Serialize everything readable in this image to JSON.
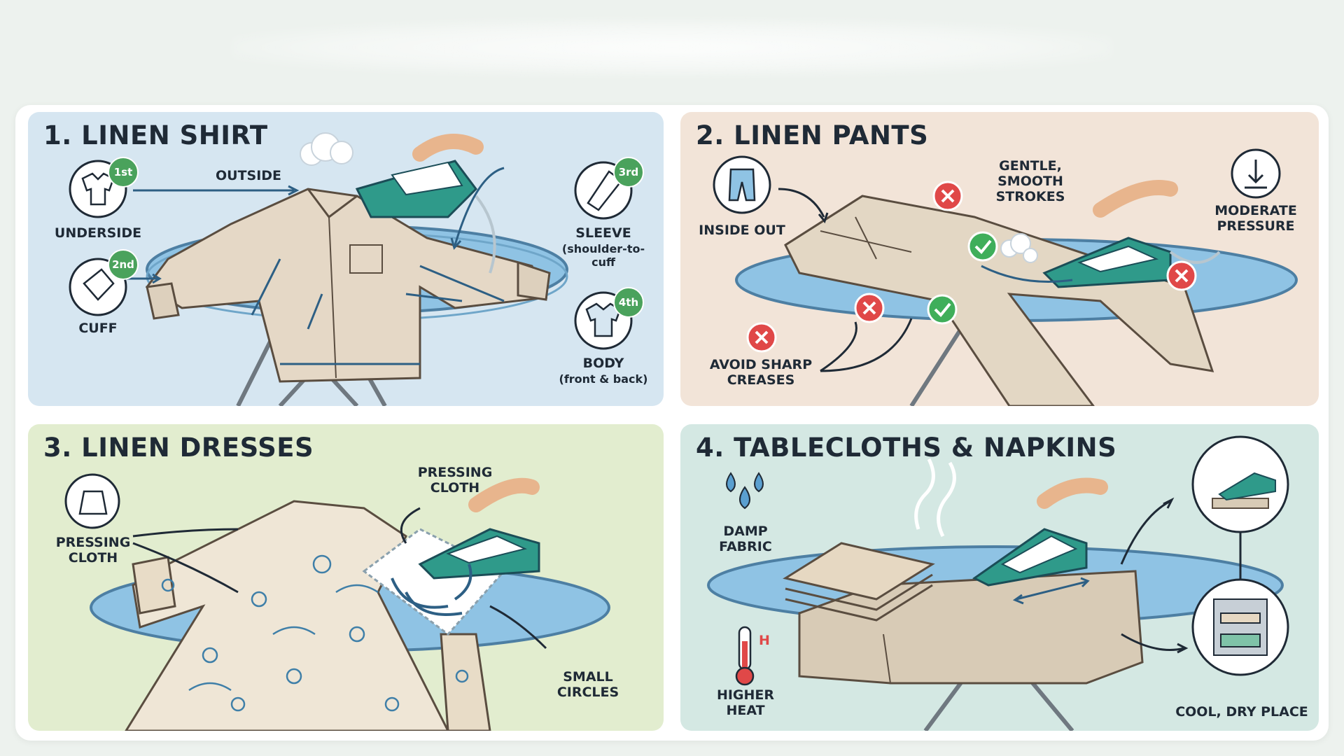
{
  "panels": [
    {
      "title": "1. LINEN SHIRT",
      "labels": {
        "underside": "UNDERSIDE",
        "outside": "OUTSIDE",
        "cuff": "CUFF",
        "sleeve": "SLEEVE",
        "sleeve_note": "(shoulder-to-\ncuff",
        "body": "BODY",
        "body_note": "(front & back)"
      },
      "badges": [
        "1st",
        "2nd",
        "3rd",
        "4th"
      ]
    },
    {
      "title": "2. LINEN PANTS",
      "labels": {
        "inside_out": "INSIDE OUT",
        "strokes": "GENTLE,\nSMOOTH\nSTROKES",
        "pressure": "MODERATE\nPRESSURE",
        "creases": "AVOID SHARP\nCREASES"
      }
    },
    {
      "title": "3. LINEN DRESSES",
      "labels": {
        "pressing_cloth_icon": "PRESSING\nCLOTH",
        "pressing_cloth_top": "PRESSING\nCLOTH",
        "small_circles": "SMALL\nCIRCLES"
      }
    },
    {
      "title": "4. TABLECLOTHS & NAPKINS",
      "labels": {
        "damp": "DAMP\nFABRIC",
        "heat": "HIGHER\nHEAT",
        "heat_letter": "H",
        "storage": "COOL, DRY PLACE"
      }
    }
  ],
  "colors": {
    "panel1_bg": "#d6e6f1",
    "panel2_bg": "#f2e4d8",
    "panel3_bg": "#e2edcf",
    "panel4_bg": "#d4e8e3",
    "badge_green": "#4aa25c",
    "ok_green": "#3fae5a",
    "bad_red": "#e04848",
    "board_blue": "#8fc3e4",
    "iron_teal": "#2f9a8a"
  }
}
